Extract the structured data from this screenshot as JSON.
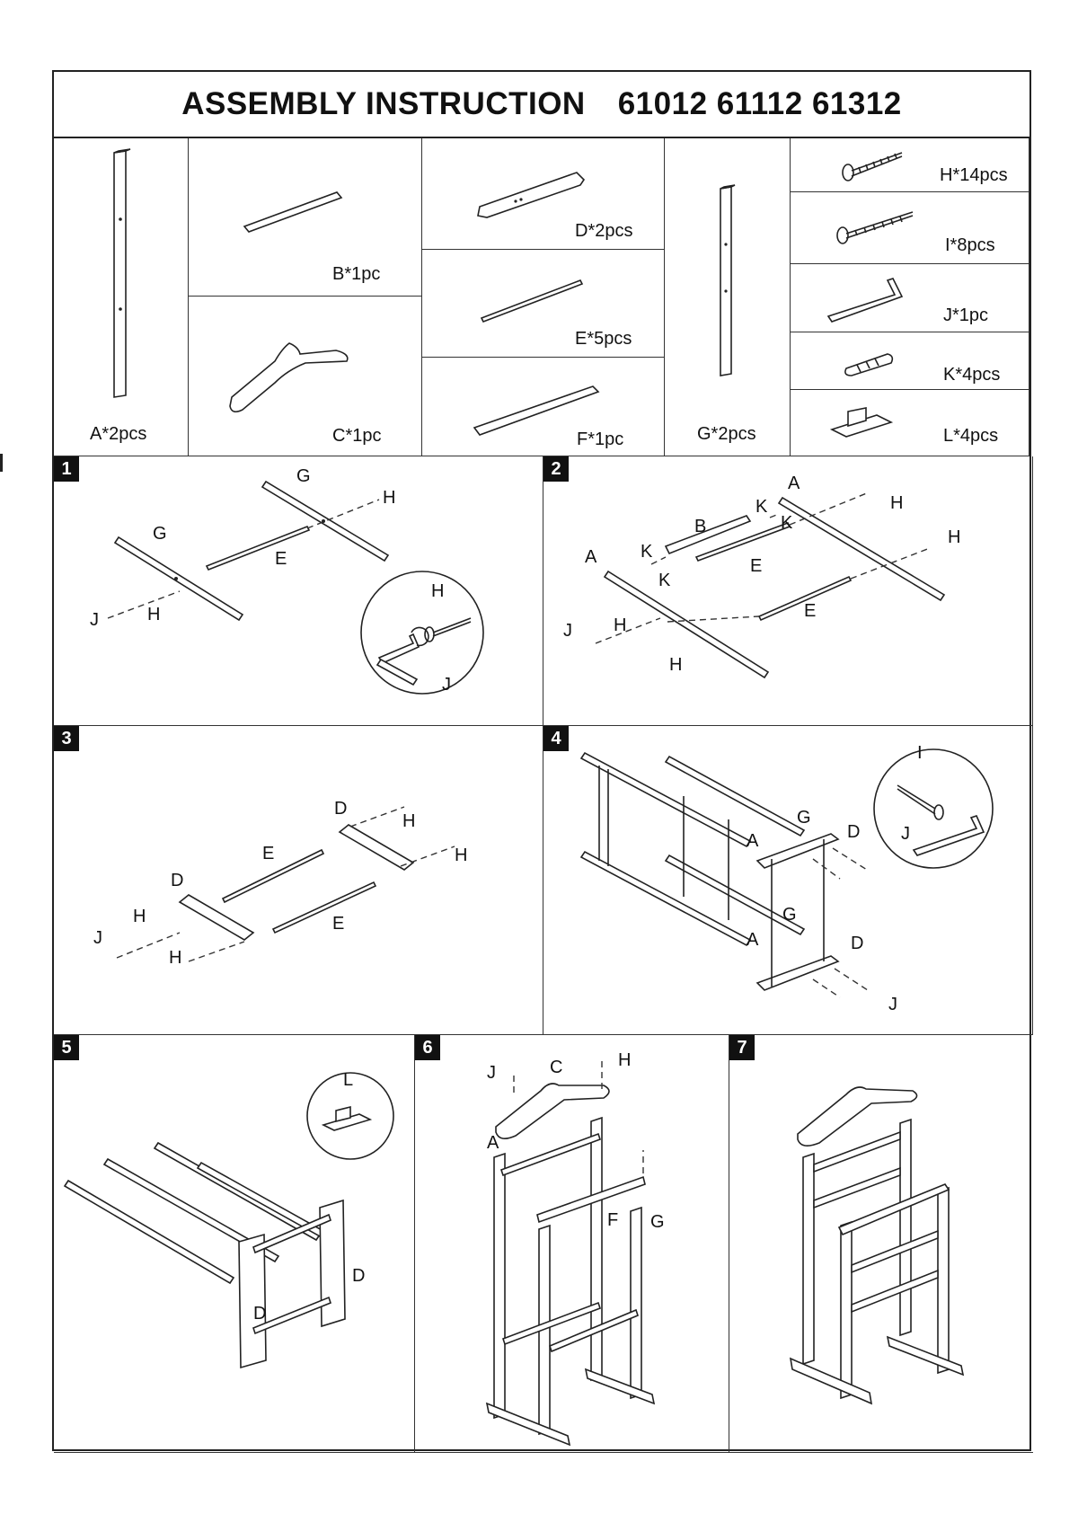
{
  "header": {
    "title": "ASSEMBLY INSTRUCTION",
    "models": "61012 61112 61312"
  },
  "parts": [
    {
      "key": "A",
      "label": "A*2pcs",
      "icon": "long-post-icon"
    },
    {
      "key": "B",
      "label": "B*1pc",
      "icon": "bar-icon"
    },
    {
      "key": "C",
      "label": "C*1pc",
      "icon": "hanger-icon"
    },
    {
      "key": "D",
      "label": "D*2pcs",
      "icon": "foot-bar-icon"
    },
    {
      "key": "E",
      "label": "E*5pcs",
      "icon": "dowel-rod-icon"
    },
    {
      "key": "F",
      "label": "F*1pc",
      "icon": "flat-bar-icon"
    },
    {
      "key": "G",
      "label": "G*2pcs",
      "icon": "short-post-icon"
    },
    {
      "key": "H",
      "label": "H*14pcs",
      "icon": "short-screw-icon"
    },
    {
      "key": "I",
      "label": "I*8pcs",
      "icon": "long-screw-icon"
    },
    {
      "key": "J",
      "label": "J*1pc",
      "icon": "allen-key-icon"
    },
    {
      "key": "K",
      "label": "K*4pcs",
      "icon": "wood-dowel-icon"
    },
    {
      "key": "L",
      "label": "L*4pcs",
      "icon": "felt-pad-icon"
    }
  ],
  "steps": [
    {
      "number": "1",
      "labels": {
        "g1": "G",
        "g2": "G",
        "e": "E",
        "h1": "H",
        "h2": "H",
        "h3": "H",
        "j1": "J",
        "j2": "J"
      }
    },
    {
      "number": "2",
      "labels": {
        "a1": "A",
        "a2": "A",
        "b": "B",
        "k1": "K",
        "k2": "K",
        "k3": "K",
        "k4": "K",
        "e1": "E",
        "e2": "E",
        "h1": "H",
        "h2": "H",
        "h3": "H",
        "h4": "H",
        "j": "J"
      }
    },
    {
      "number": "3",
      "labels": {
        "d1": "D",
        "d2": "D",
        "e1": "E",
        "e2": "E",
        "h1": "H",
        "h2": "H",
        "h3": "H",
        "h4": "H",
        "j": "J"
      }
    },
    {
      "number": "4",
      "labels": {
        "g1": "G",
        "g2": "G",
        "a1": "A",
        "a2": "A",
        "d1": "D",
        "d2": "D",
        "i": "I",
        "j1": "J",
        "j2": "J"
      }
    },
    {
      "number": "5",
      "labels": {
        "l": "L",
        "d1": "D",
        "d2": "D"
      }
    },
    {
      "number": "6",
      "labels": {
        "j": "J",
        "c": "C",
        "h": "H",
        "a": "A",
        "f": "F",
        "g": "G"
      }
    },
    {
      "number": "7",
      "labels": {}
    }
  ]
}
